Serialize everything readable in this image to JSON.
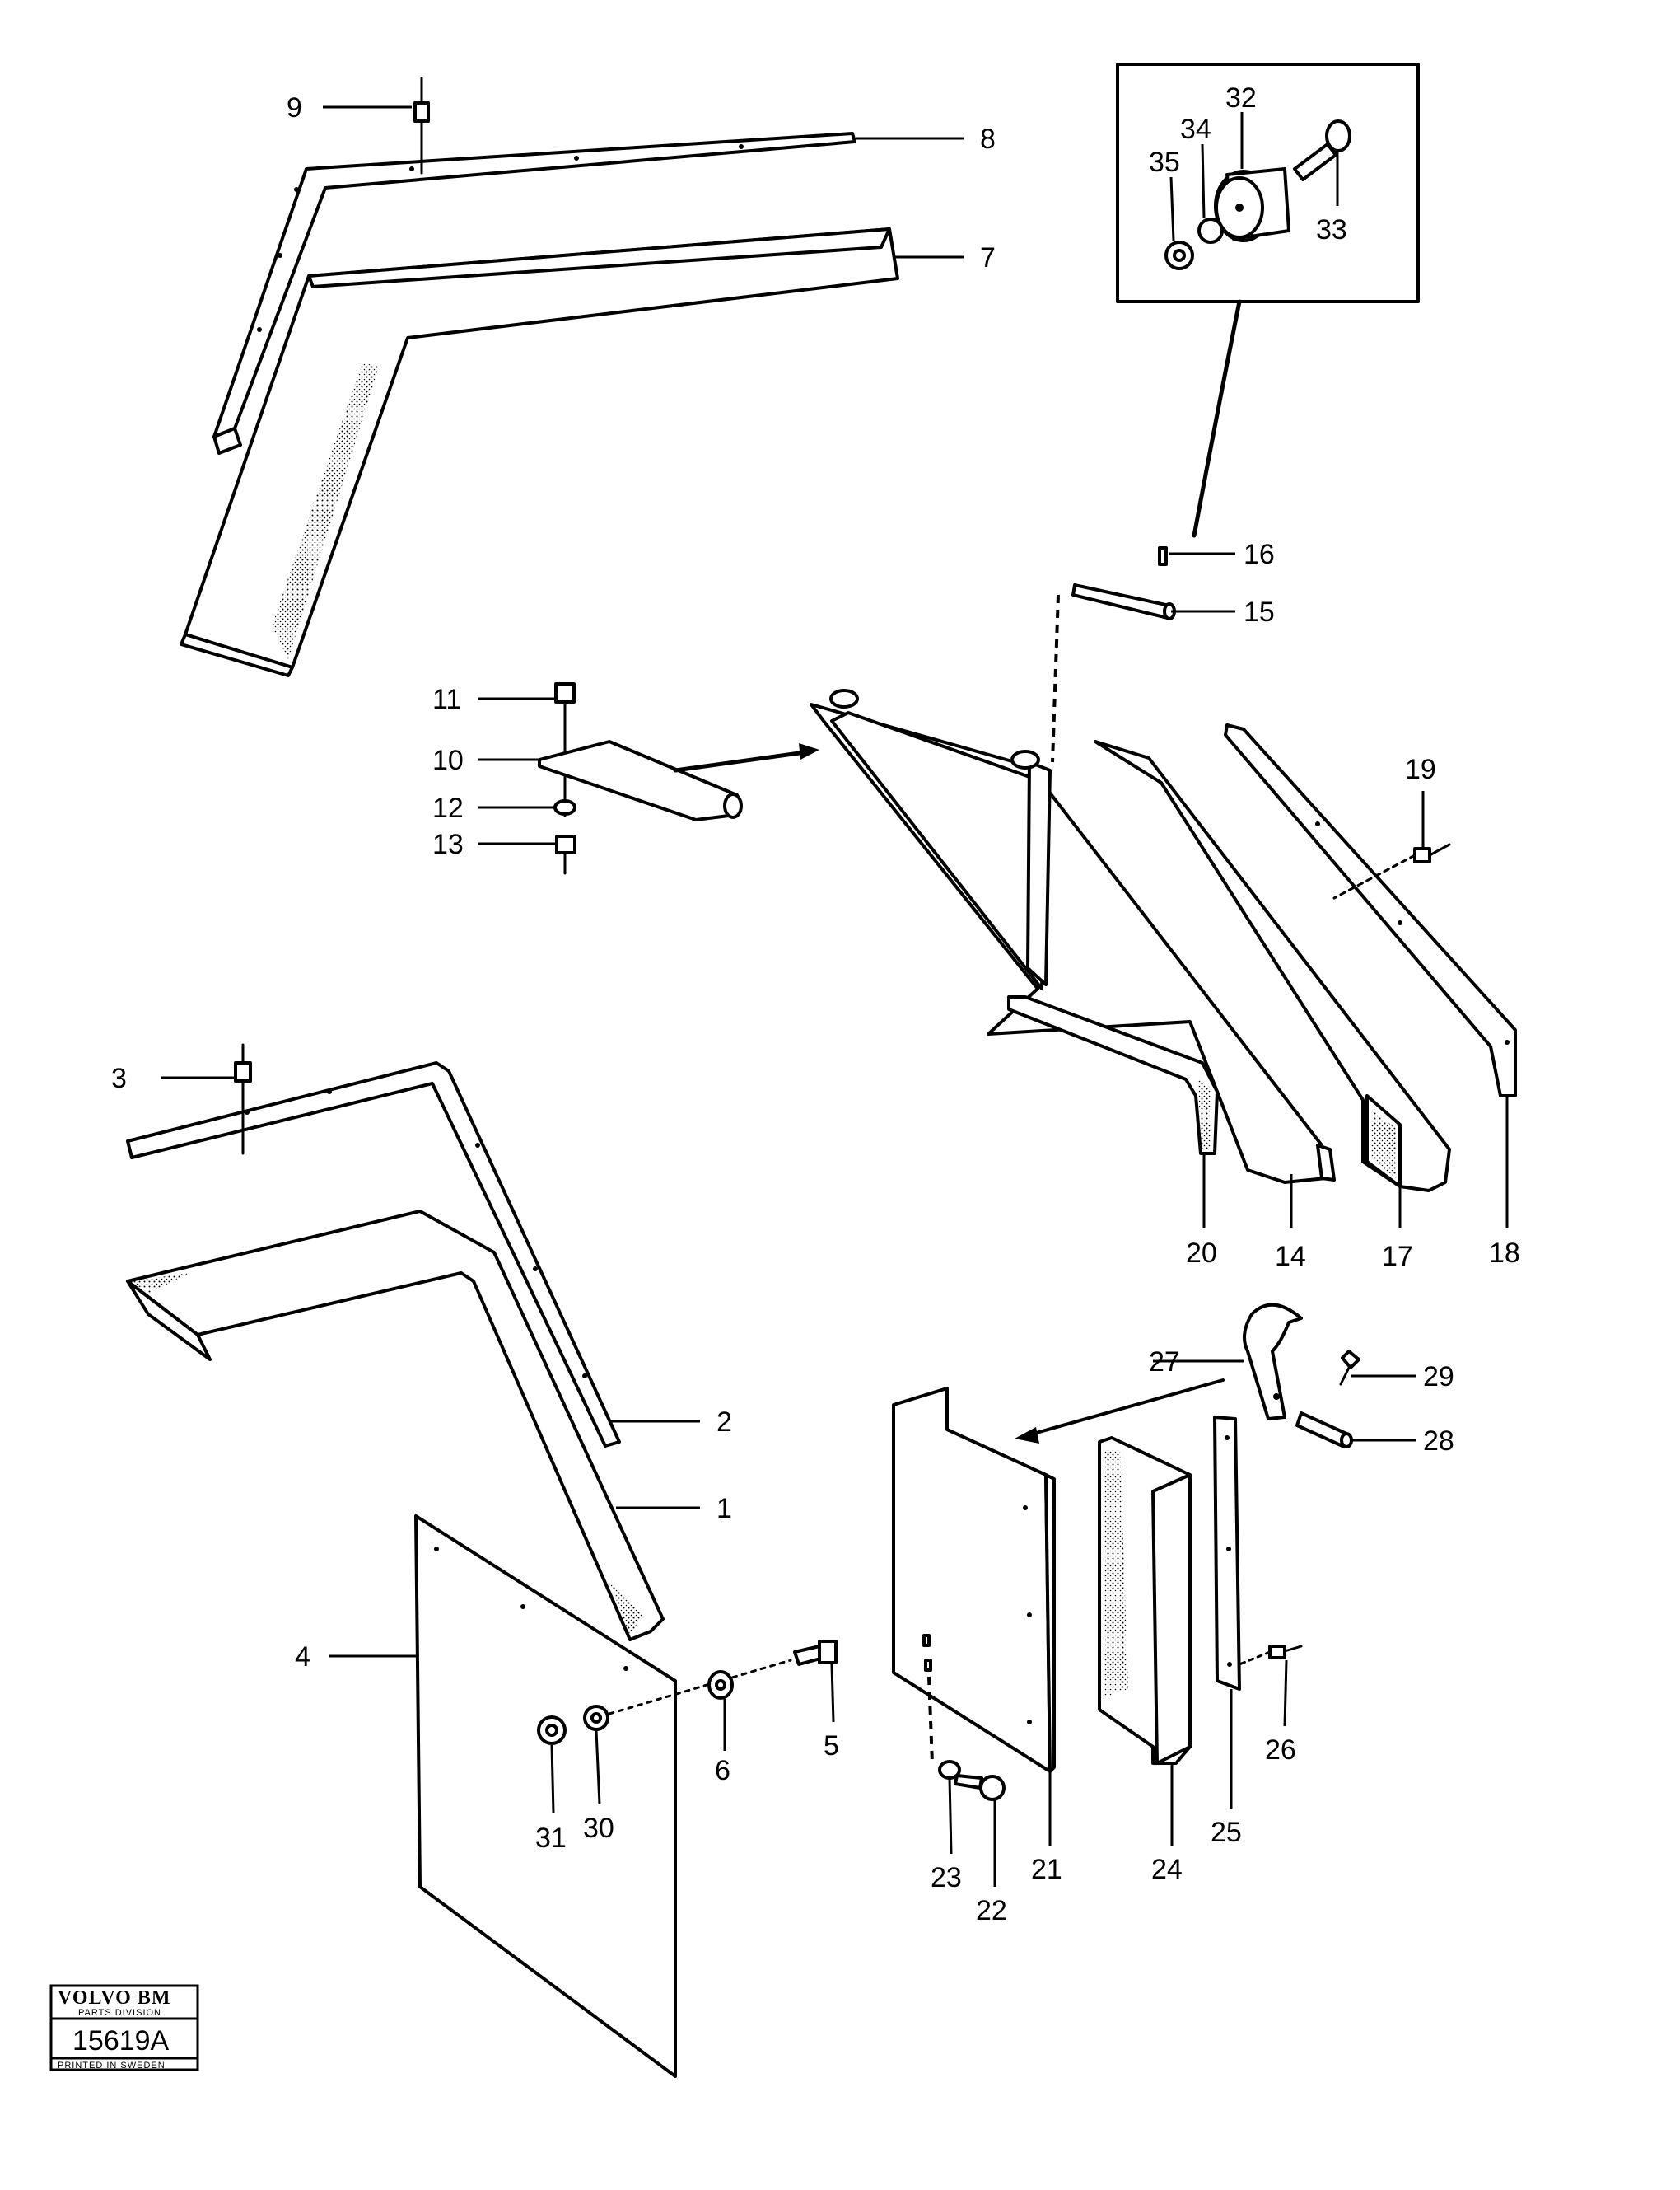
{
  "labels": {
    "1": "1",
    "2": "2",
    "3": "3",
    "4": "4",
    "5": "5",
    "6": "6",
    "7": "7",
    "8": "8",
    "9": "9",
    "10": "10",
    "11": "11",
    "12": "12",
    "13": "13",
    "14": "14",
    "15": "15",
    "16": "16",
    "17": "17",
    "18": "18",
    "19": "19",
    "20": "20",
    "21": "21",
    "22": "22",
    "23": "23",
    "24": "24",
    "25": "25",
    "26": "26",
    "27": "27",
    "28": "28",
    "29": "29",
    "30": "30",
    "31": "31",
    "32": "32",
    "33": "33",
    "34": "34",
    "35": "35"
  },
  "stamp": {
    "brand": "VOLVO BM",
    "division": "PARTS DIVISION",
    "code": "15619A",
    "printed": "PRINTED IN SWEDEN"
  }
}
